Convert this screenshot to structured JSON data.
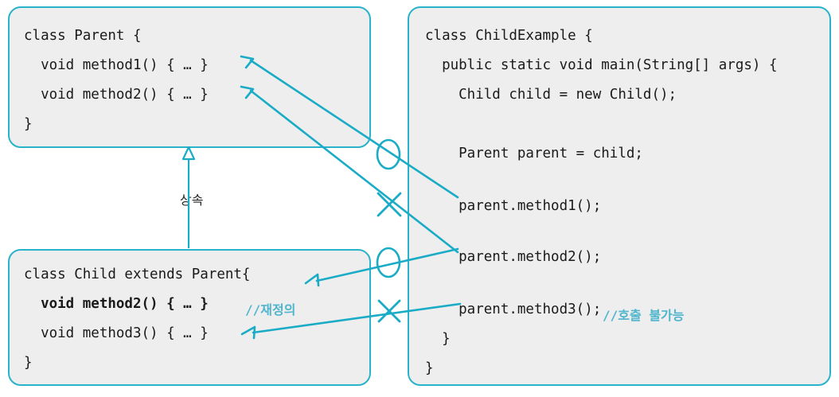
{
  "diagram": {
    "title": "Java inheritance and polymorphism diagram",
    "colors": {
      "box_border": "#29b3ca",
      "box_fill": "#eeeeee",
      "connector": "#1aacc6",
      "comment_text": "#4fb5cc",
      "code_text": "#1a1a1a",
      "background": "#ffffff"
    }
  },
  "parent_box": {
    "name": "Parent class",
    "lines": [
      "class Parent {",
      "  void method1() { … }",
      "  void method2() { … }",
      "}"
    ]
  },
  "child_box": {
    "name": "Child class",
    "lines": [
      "class Child extends Parent{",
      "  void method2() { … }",
      "  void method3() { … }",
      "}"
    ],
    "override_comment": "//재정의"
  },
  "example_box": {
    "name": "ChildExample class",
    "lines": [
      "class ChildExample {",
      "  public static void main(String[] args) {",
      "    Child child = new Child();",
      "    Parent parent = child;",
      "    parent.method1();",
      "    parent.method2();",
      "    parent.method3();",
      "  }",
      "}"
    ],
    "not_callable_comment": "//호출 불가능"
  },
  "inheritance": {
    "label": "상속",
    "arrow_type": "hollow-triangle-up"
  },
  "markers": {
    "circle_label": "O",
    "cross_label": "X",
    "items": [
      {
        "type": "circle",
        "meaning": "call resolves"
      },
      {
        "type": "cross",
        "meaning": "call does not resolve here"
      },
      {
        "type": "circle",
        "meaning": "call resolves"
      },
      {
        "type": "cross",
        "meaning": "call does not resolve here"
      }
    ]
  }
}
